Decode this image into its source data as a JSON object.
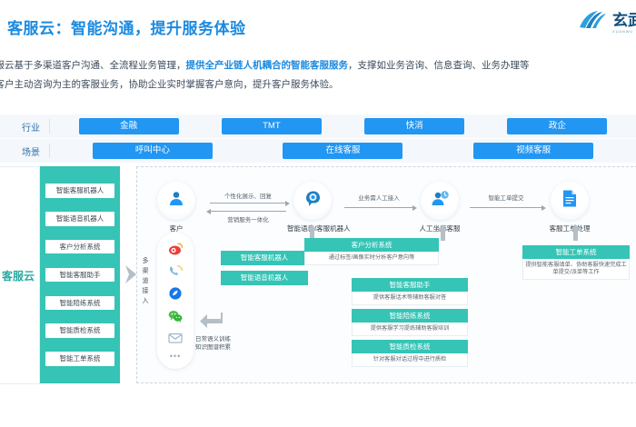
{
  "header": {
    "title": "客服云：智能沟通，提升服务体验",
    "logo_cn": "玄武",
    "logo_en": "XUANWU"
  },
  "description": {
    "line1_pre": "客服云基于多渠道客户沟通、全流程业务管理，",
    "line1_highlight": "提供全产业链人机耦合的智能客服服务",
    "line1_post": "，支撑如业务咨询、信息查询、业务办理等",
    "line2": "以客户主动咨询为主的客服业务，协助企业实时掌握客户意向，提升客户服务体验。"
  },
  "rows": {
    "industry": {
      "label": "行业",
      "items": [
        "金融",
        "TMT",
        "快消",
        "政企"
      ]
    },
    "scene": {
      "label": "场景",
      "items": [
        "呼叫中心",
        "在线客服",
        "视频客服"
      ]
    }
  },
  "left_panel": {
    "label": "客服云"
  },
  "capabilities": [
    "智能客服机器人",
    "智能语音机器人",
    "客户分析系统",
    "智能客服助手",
    "智能陪练系统",
    "智能质检系统",
    "智能工单系统"
  ],
  "flow": {
    "nodes": [
      {
        "key": "customer",
        "label": "客户",
        "icon": "user-icon"
      },
      {
        "key": "bot",
        "label": "智能语音/客服机器人",
        "icon": "robot-head-icon"
      },
      {
        "key": "agent",
        "label": "人工坐席客服",
        "icon": "headset-agent-icon"
      },
      {
        "key": "ticket",
        "label": "客服工单处理",
        "icon": "document-icon"
      }
    ],
    "connectors": {
      "customer_to_bot_top": "个性化展示、回复",
      "bot_to_customer_bottom": "营销服务一体化",
      "bot_to_agent": "业务需人工接入",
      "agent_to_ticket": "智能工单提交"
    },
    "channel": {
      "vertical_label": "多渠道接入",
      "icons": [
        "weibo-icon",
        "phone-call-icon",
        "app-circle-icon",
        "wechat-icon",
        "email-icon",
        "more-dots-icon"
      ]
    },
    "training_note": "日常语义训练\n知识图谱积累",
    "training_note_line1": "日常语义训练",
    "training_note_line2": "知识图谱积累"
  },
  "modules": {
    "bot_service": {
      "title": "智能客服机器人"
    },
    "bot_voice": {
      "title": "智能语音机器人"
    },
    "customer_analysis": {
      "title": "客户分析系统",
      "desc": "通过标签/画像实时分析客户意向等"
    },
    "assistant": {
      "title": "智能客服助手",
      "desc": "提供客服话术等辅助客服对答"
    },
    "training": {
      "title": "智能陪练系统",
      "desc": "提供客服学习提练辅助客服培训"
    },
    "quality": {
      "title": "智能质检系统",
      "desc": "针对客服对话过程中进行质检"
    },
    "ticket_system": {
      "title": "智能工单系统",
      "desc": "提供智能客服填单、协助客服快速完成工单提交/派单等工作"
    }
  },
  "colors": {
    "brand_blue": "#2196f3",
    "title_blue": "#1b8ae0",
    "teal": "#35c4b5",
    "panel_bg": "#f4f8fc"
  }
}
